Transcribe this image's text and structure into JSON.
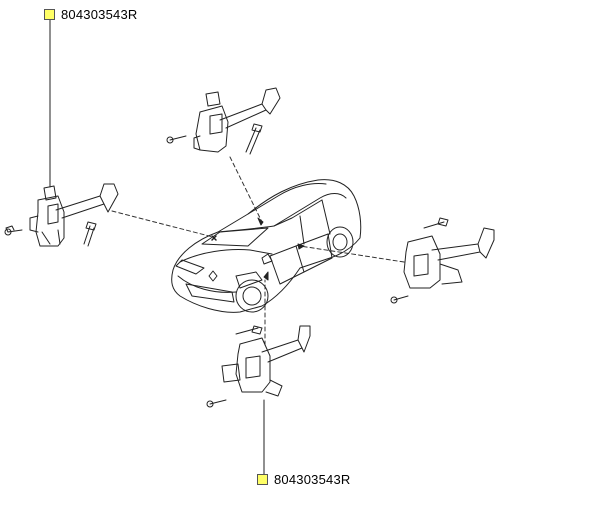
{
  "diagram": {
    "callouts": [
      {
        "part_number": "804303543R",
        "marker_color": "#ffff66"
      },
      {
        "part_number": "804303543R",
        "marker_color": "#ffff66"
      }
    ],
    "line_color": "#222222",
    "leader_style": "dashed"
  }
}
